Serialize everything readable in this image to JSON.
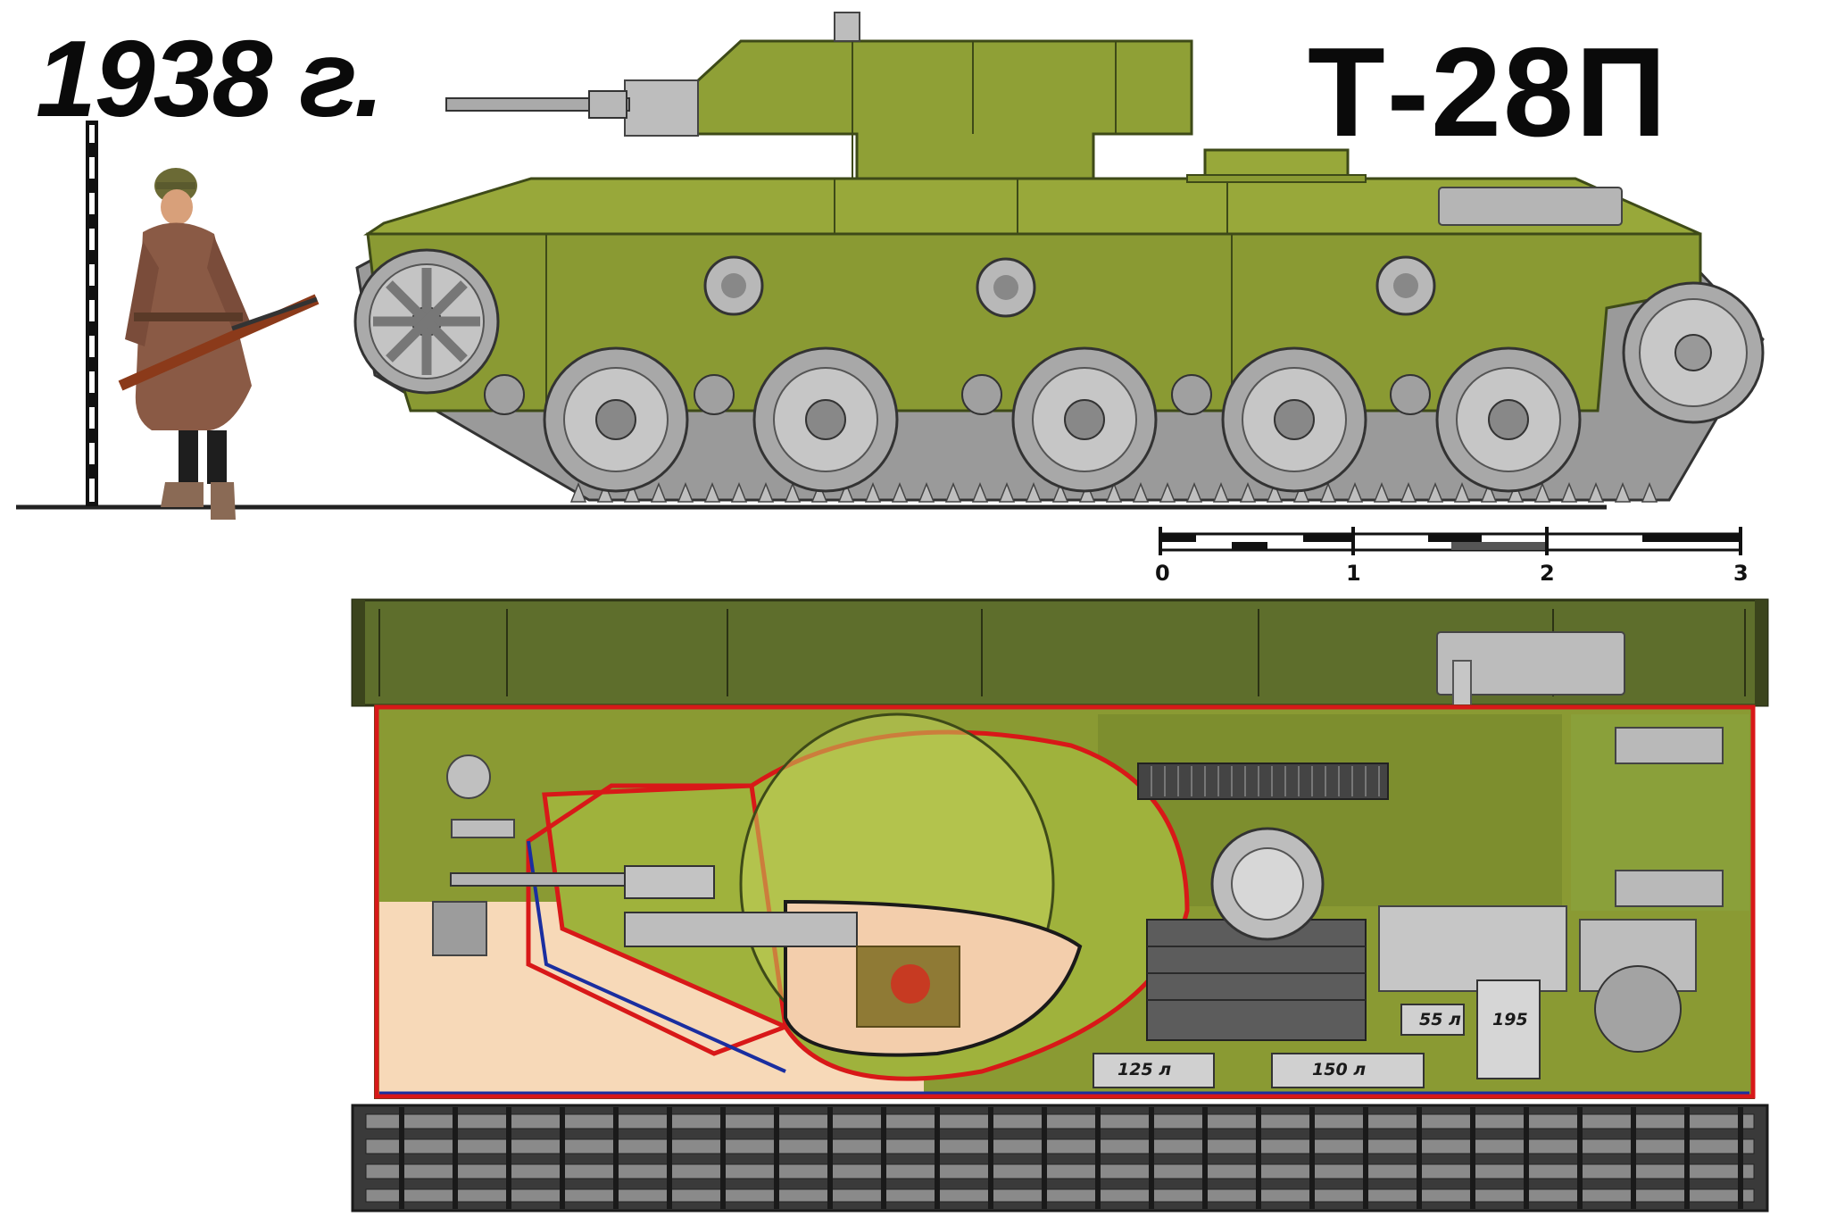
{
  "header": {
    "year_label": "1938 г.",
    "model_label": "Т-28П"
  },
  "scale_bar": {
    "ticks": [
      "0",
      "1",
      "2",
      "3"
    ]
  },
  "fuel_tanks": {
    "tank_1": "125 л",
    "tank_2": "150 л",
    "tank_3": "55 л",
    "tank_4": "195"
  },
  "colors": {
    "hull_olive": "#8a9a33",
    "hull_dark": "#5e6e2c",
    "wheel_grey": "#b0b0b0",
    "outline_red": "#d81818",
    "outline_blue": "#1a2ea0",
    "crew_bay": "#f7d9b8"
  },
  "icons": {
    "figure": "soldier-with-rifle",
    "measure_pole": "height-scale-pole"
  }
}
